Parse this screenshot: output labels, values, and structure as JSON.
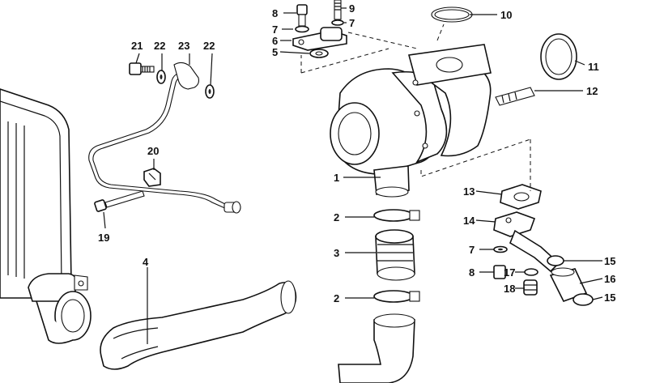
{
  "diagram": {
    "callouts": [
      "1",
      "2",
      "2",
      "3",
      "4",
      "5",
      "6",
      "7",
      "7",
      "7",
      "8",
      "8",
      "9",
      "10",
      "11",
      "12",
      "13",
      "14",
      "15",
      "15",
      "16",
      "17",
      "18",
      "19",
      "20",
      "21",
      "22",
      "22",
      "23"
    ]
  }
}
